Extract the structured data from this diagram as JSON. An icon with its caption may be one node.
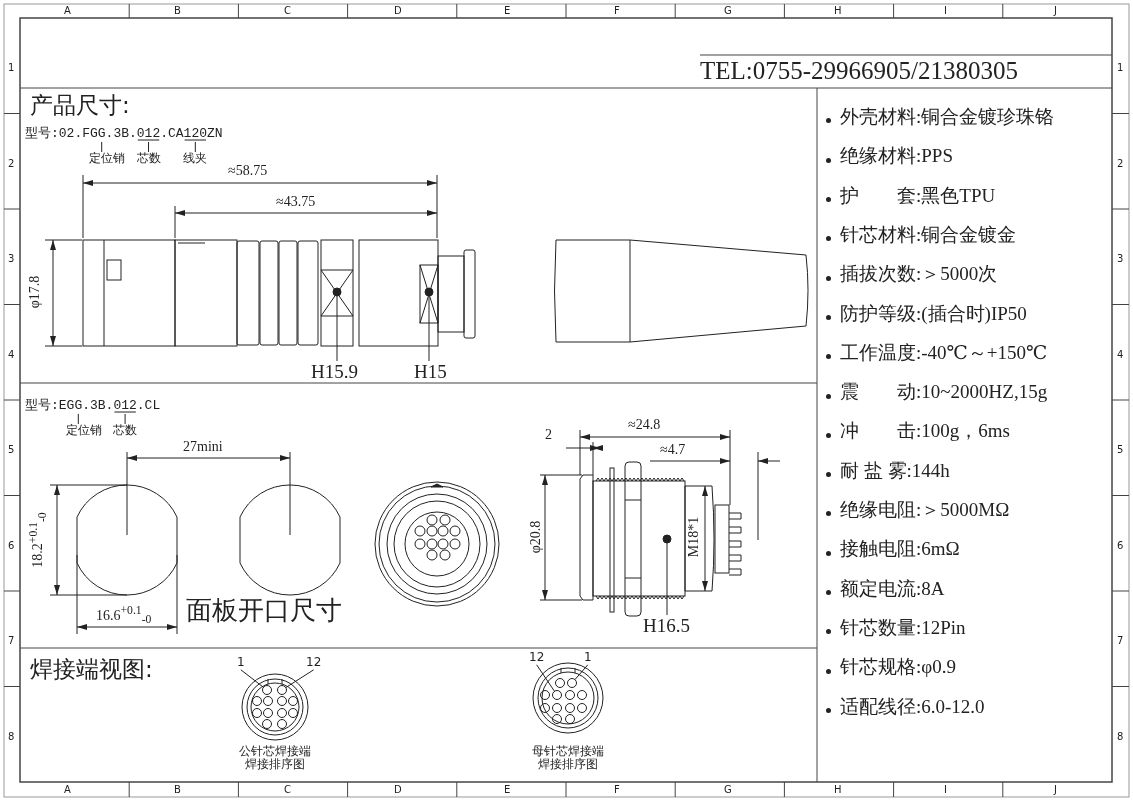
{
  "diagram": {
    "nodes": [
      {
        "text": [
          "型号:02.FGG.3B.012.CA120ZN"
        ]
      },
      {
        "text": [
          "定位销"
        ]
      },
      {
        "text": [
          "芯数"
        ]
      },
      {
        "text": [
          "线夹"
        ]
      },
      {
        "text": [
          "H15.9"
        ]
      },
      {
        "text": [],
        "shape": "circle"
      },
      {
        "text": [
          "H15"
        ]
      },
      {
        "text": [],
        "shape": "circle"
      },
      {
        "text": [
          "型号:EGG.3B.012.CL"
        ]
      },
      {
        "text": [
          "定位销"
        ]
      },
      {
        "text": [
          "芯数"
        ]
      },
      {
        "text": [
          "H16.5"
        ]
      },
      {
        "text": [],
        "shape": "circle"
      },
      {
        "text": [
          "1"
        ]
      },
      {
        "text": [
          "12"
        ]
      },
      {
        "text": [],
        "shape": "circle"
      },
      {
        "text": [],
        "shape": "circle"
      },
      {
        "text": [
          "12"
        ]
      },
      {
        "text": [
          "1"
        ]
      },
      {
        "text": [],
        "shape": "circle"
      },
      {
        "text": [],
        "shape": "circle"
      }
    ],
    "edges": [
      {
        "from": 1,
        "to": 0,
        "arrow": "none"
      },
      {
        "from": 2,
        "to": 0,
        "arrow": "none"
      },
      {
        "from": 3,
        "to": 0,
        "arrow": "none"
      },
      {
        "from": 4,
        "to": 5,
        "arrow": "none"
      },
      {
        "from": 6,
        "to": 7,
        "arrow": "none"
      },
      {
        "from": 9,
        "to": 8,
        "arrow": "none"
      },
      {
        "from": 10,
        "to": 8,
        "arrow": "none"
      },
      {
        "from": 11,
        "to": 12,
        "arrow": "none"
      },
      {
        "from": 13,
        "to": 15,
        "arrow": "none"
      },
      {
        "from": 14,
        "to": 16,
        "arrow": "none"
      },
      {
        "from": 17,
        "to": 19,
        "arrow": "none"
      },
      {
        "from": 18,
        "to": 20,
        "arrow": "none"
      }
    ],
    "labels": [
      "A",
      "B",
      "C",
      "D",
      "E",
      "F",
      "G",
      "H",
      "I",
      "J",
      "1",
      "2",
      "3",
      "4",
      "5",
      "6",
      "7",
      "8",
      "1",
      "2",
      "3",
      "4",
      "5",
      "6",
      "7",
      "8",
      "TEL:0755-29966905/21380305",
      "产品尺寸:",
      "≈58.75",
      "≈43.75",
      "φ17.8",
      "外壳材料:铜合金镀珍珠铬",
      "绝缘材料:PPS",
      "护　　套:黑色TPU",
      "针芯材料:铜合金镀金",
      "插拔次数:＞5000次",
      "防护等级:(插合时)IP50",
      "工作温度:-40℃～+150℃",
      "震　　动:10~2000HZ,15g",
      "冲　　击:100g，6ms",
      "耐 盐 雾:144h",
      "绝缘电阻:＞5000MΩ",
      "接触电阻:6mΩ",
      "额定电流:8A",
      "针芯数量:12Pin",
      "针芯规格:φ0.9",
      "适配线径:6.0-12.0",
      "27mini",
      "18.2$^{+0.1}$$_{-0}$",
      "16.6$^{+0.1}$$_{-0}$",
      "面板开口尺寸",
      "2",
      "≈24.8",
      "≈4.7",
      "φ20.8",
      "M18*1",
      "焊接端视图:",
      "公针芯焊接端焊接排序图",
      "母针芯焊接端焊接排序图",
      "A",
      "B",
      "C",
      "D",
      "E",
      "F",
      "G",
      "H",
      "I",
      "J"
    ]
  }
}
